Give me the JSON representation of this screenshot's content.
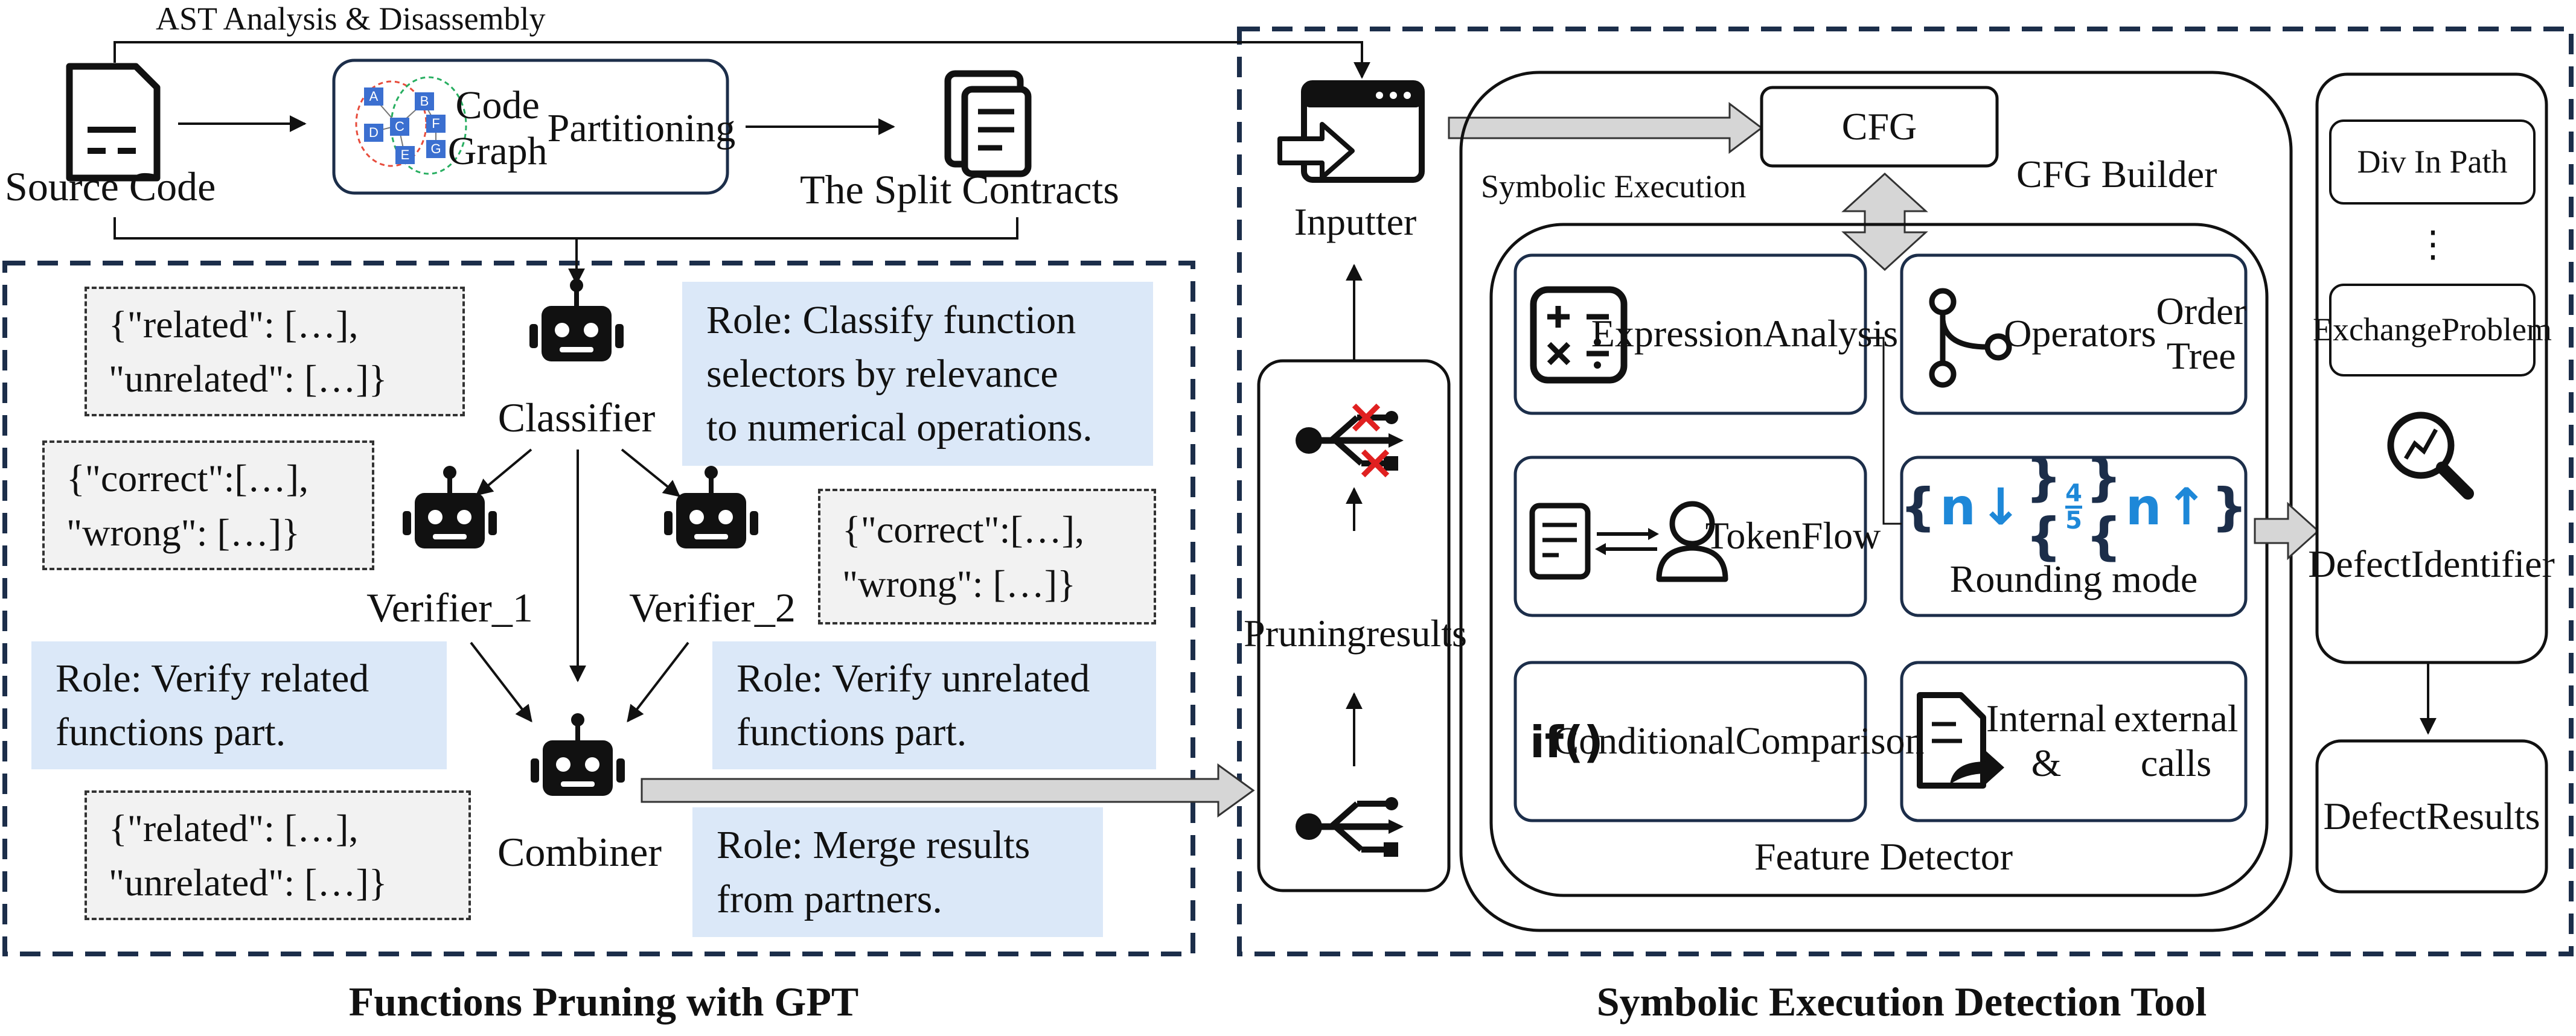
{
  "pruning": {
    "section_title": "Functions Pruning with GPT",
    "top_label": "AST Analysis & Disassembly",
    "source_code": "Source Code",
    "code_graph_line1": "Code Graph",
    "code_graph_line2": "Partitioning",
    "graph_nodes": [
      "A",
      "B",
      "C",
      "D",
      "E",
      "F",
      "G"
    ],
    "split_contracts": "The Split Contracts",
    "classifier": "Classifier",
    "verifier1": "Verifier_1",
    "verifier2": "Verifier_2",
    "combiner": "Combiner",
    "json_related_1": [
      "{\"related\": […],",
      "\"unrelated\": […]}"
    ],
    "json_correct_1": [
      "{\"correct\":[…],",
      "\"wrong\": […]}"
    ],
    "json_correct_2": [
      "{\"correct\":[…],",
      "\"wrong\": […]}"
    ],
    "json_related_2": [
      "{\"related\": […],",
      "\"unrelated\": […]}"
    ],
    "role_classifier": [
      "Role: Classify function",
      "selectors by relevance",
      "to numerical operations."
    ],
    "role_verifier1": [
      "Role: Verify related",
      "functions part."
    ],
    "role_verifier2": [
      "Role: Verify unrelated",
      "functions part."
    ],
    "role_combiner": [
      "Role: Merge results",
      "from partners."
    ]
  },
  "tool": {
    "section_title": "Symbolic Execution Detection Tool",
    "inputter": "Inputter",
    "pruning_results": [
      "Pruning",
      "results"
    ],
    "cfg": "CFG",
    "symbolic_execution": "Symbolic Execution",
    "cfg_builder": "CFG Builder",
    "feature_detector": "Feature Detector",
    "features": {
      "expression": [
        "Expression",
        "Analysis"
      ],
      "operators": [
        "Operators",
        "Order Tree"
      ],
      "token": [
        "Token",
        "Flow"
      ],
      "rounding": "Rounding mode",
      "rounding_glyphs": [
        "n",
        "4",
        "5",
        "n"
      ],
      "conditional": [
        "Conditional",
        "Comparison"
      ],
      "conditional_glyph": "if()",
      "calls": [
        "Internal &",
        "external calls"
      ]
    },
    "div_in_path": "Div In Path",
    "dots": "⋮",
    "exchange_problem": [
      "Exchange",
      "Problem"
    ],
    "defect_identifier": [
      "Defect",
      "Identifier"
    ],
    "defect_results": [
      "Defect",
      "Results"
    ]
  },
  "colors": {
    "role_bg": "#dbe8f8",
    "json_bg": "#f2f2f2",
    "dash_border": "#1c2e4a",
    "accent_blue": "#1e88d8",
    "cross_red": "#e02020",
    "fat_arrow_fill": "#d6d6d6"
  }
}
